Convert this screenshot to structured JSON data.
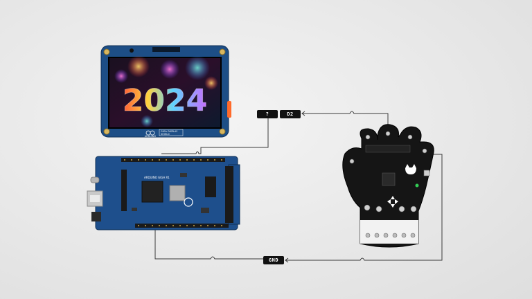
{
  "display": {
    "year": "2024",
    "brand": "ARDUINO",
    "product_line1": "GIGA DISPLAY",
    "product_line2": "SHIELD"
  },
  "board": {
    "name": "ARDUINO GIGA R1"
  },
  "labels": {
    "unknown_pin": "?",
    "d2_pin": "D2",
    "gnd_pin": "GND"
  },
  "colors": {
    "wire": "#3a3a3a",
    "label_bg": "#111111",
    "pcb_blue": "#1e4f8c",
    "paw_black": "#151515"
  }
}
